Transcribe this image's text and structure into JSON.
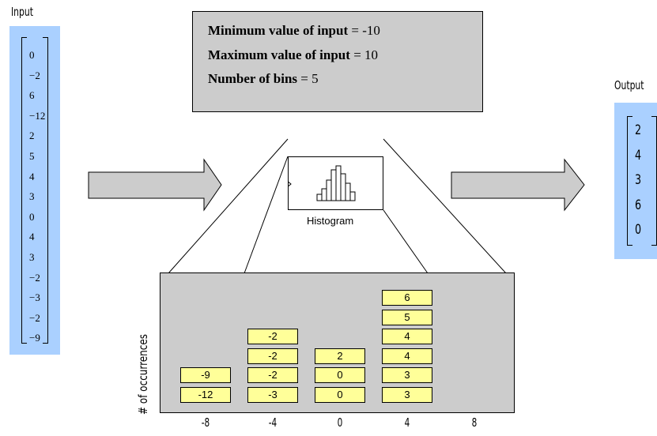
{
  "input": {
    "label": "Input",
    "values": [
      "0",
      "−2",
      "6",
      "−12",
      "2",
      "5",
      "4",
      "3",
      "0",
      "4",
      "3",
      "−2",
      "−3",
      "−2",
      "−9"
    ]
  },
  "output": {
    "label": "Output",
    "values": [
      "2",
      "4",
      "3",
      "6",
      "0"
    ]
  },
  "info": {
    "min_label": "Minimum value of input",
    "min_value": "= -10",
    "max_label": "Maximum value of input",
    "max_value": "= 10",
    "bins_label": "Number of bins",
    "bins_value": "= 5"
  },
  "block": {
    "caption": "Histogram"
  },
  "chart_data": {
    "type": "bar",
    "ylabel": "# of occurrences",
    "categories": [
      "-8",
      "-4",
      "0",
      "4",
      "8"
    ],
    "stacks": [
      [
        "-12",
        "-9"
      ],
      [
        "-3",
        "-2",
        "-2",
        "-2"
      ],
      [
        "0",
        "0",
        "2"
      ],
      [
        "3",
        "3",
        "4",
        "4",
        "5",
        "6"
      ],
      []
    ],
    "counts": [
      2,
      4,
      3,
      6,
      0
    ]
  },
  "colors": {
    "panel_blue": "#aad0ff",
    "cell_yellow": "#ffff99",
    "gray": "#cccccc"
  }
}
